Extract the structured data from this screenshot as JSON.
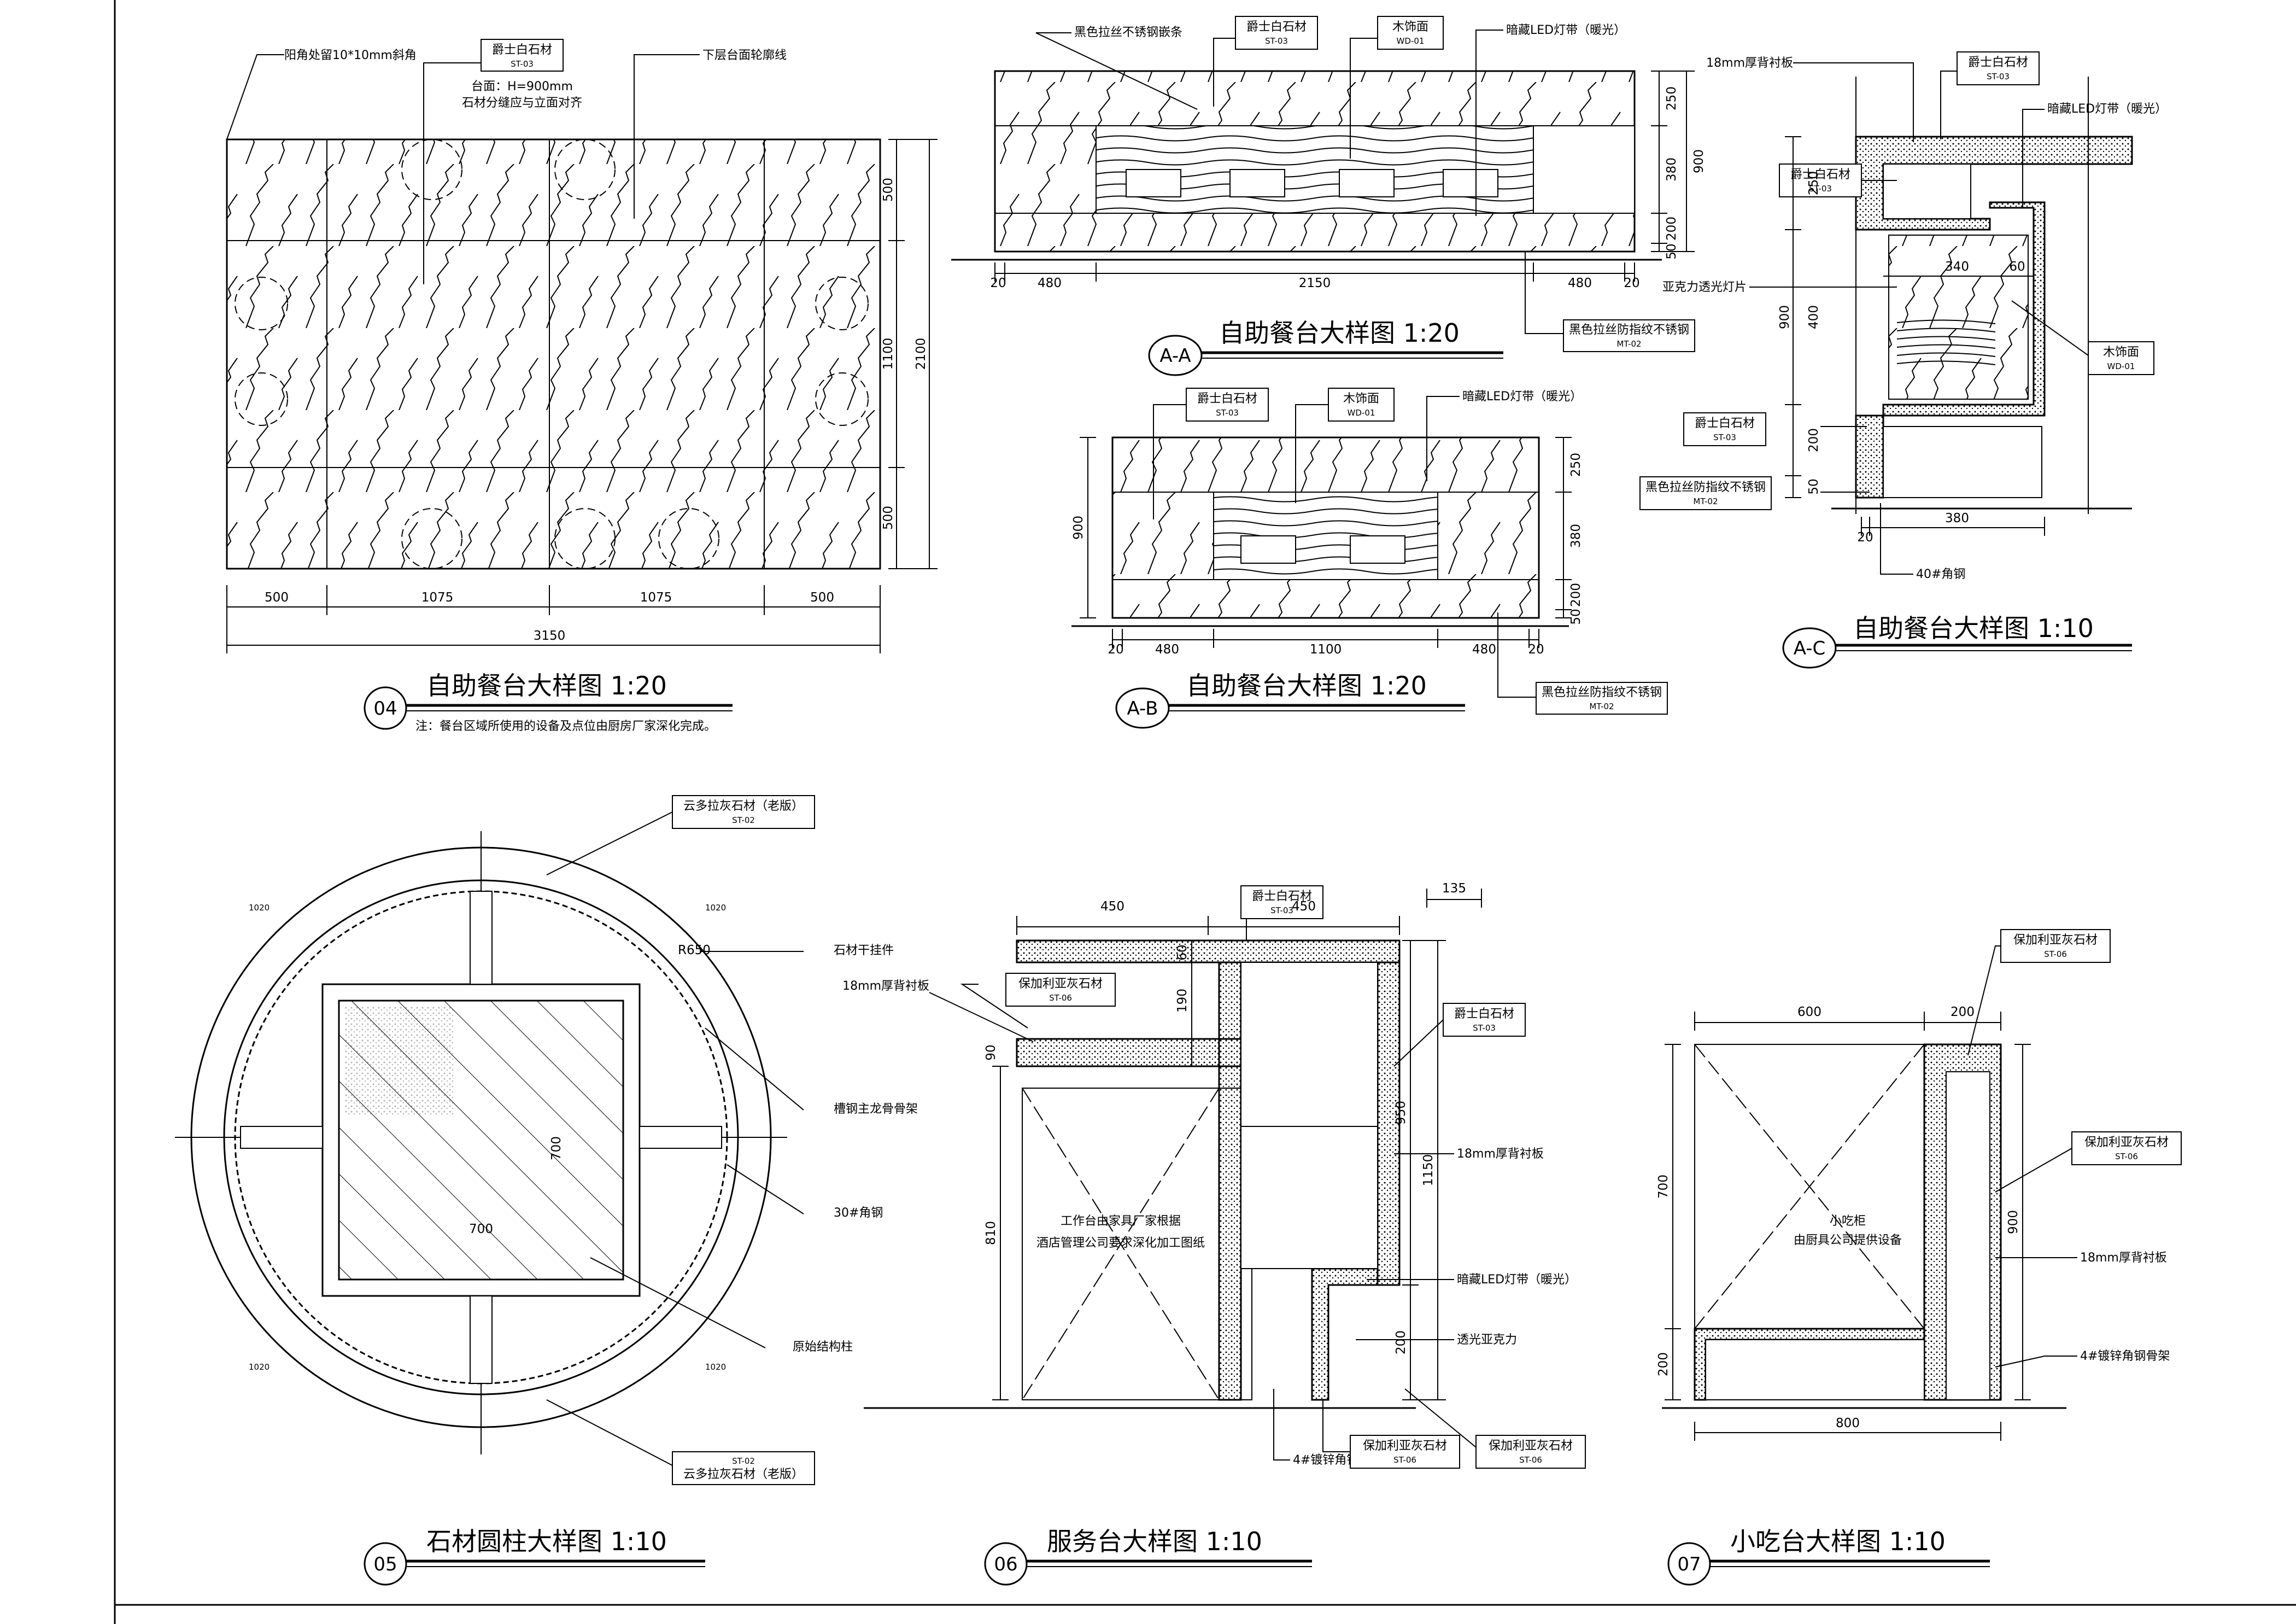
{
  "sheet": {
    "note": "注：餐台区域所使用的设备及点位由厨房厂家深化完成。"
  },
  "v04": {
    "num": "04",
    "title": "自助餐台大样图 1:20",
    "label_chamfer": "阳角处留10*10mm斜角",
    "label_stone": "爵士白石材",
    "code_stone": "ST-03",
    "label_top": "台面：H=900mm",
    "label_joint": "石材分缝应与立面对齐",
    "label_outline": "下层台面轮廓线",
    "dims_h": [
      "500",
      "1075",
      "1075",
      "500"
    ],
    "dim_total": "3150",
    "dims_v": [
      "500",
      "1100",
      "500"
    ],
    "dim_v_total": "2100"
  },
  "vAA": {
    "num": "A-A",
    "title": "自助餐台大样图 1:20",
    "label_steel": "黑色拉丝不锈钢嵌条",
    "label_stone": "爵士白石材",
    "code_stone": "ST-03",
    "label_wood": "木饰面",
    "code_wood": "WD-01",
    "label_led": "暗藏LED灯带（暖光）",
    "label_base": "黑色拉丝防指纹不锈钢",
    "code_base": "MT-02",
    "dims_h": [
      "20",
      "480",
      "2150",
      "480",
      "20"
    ],
    "dims_v": [
      "250",
      "380",
      "200",
      "50"
    ],
    "dim_v_total": "900"
  },
  "vAB": {
    "num": "A-B",
    "title": "自助餐台大样图 1:20",
    "label_stone": "爵士白石材",
    "code_stone": "ST-03",
    "label_wood": "木饰面",
    "code_wood": "WD-01",
    "label_led": "暗藏LED灯带（暖光）",
    "label_base": "黑色拉丝防指纹不锈钢",
    "code_base": "MT-02",
    "dims_h": [
      "20",
      "480",
      "1100",
      "480",
      "20"
    ],
    "dims_v": [
      "250",
      "380",
      "200",
      "50"
    ],
    "dim_v_total": "900"
  },
  "vAC": {
    "num": "A-C",
    "title": "自助餐台大样图 1:10",
    "label_board": "18mm厚背衬板",
    "label_stone_top": "爵士白石材",
    "code_stone_top": "ST-03",
    "label_led": "暗藏LED灯带（暖光）",
    "label_stone": "爵士白石材",
    "code_stone": "ST-03",
    "label_acrylic": "亚克力透光灯片",
    "label_wood": "木饰面",
    "code_wood": "WD-01",
    "label_stone2": "爵士白石材",
    "code_stone2": "ST-03",
    "label_base": "黑色拉丝防指纹不锈钢",
    "code_base": "MT-02",
    "label_angle": "40#角钢",
    "dim_340": "340",
    "dim_60": "60",
    "dim_20": "20",
    "dim_380": "380",
    "dims_v": [
      "250",
      "400",
      "200",
      "50"
    ],
    "dim_v_total": "900"
  },
  "v05": {
    "num": "05",
    "title": "石材圆柱大样图 1:10",
    "label_top": "云多拉灰石材（老版）",
    "code_top": "ST-02",
    "label_hang": "石材干挂件",
    "label_frame": "槽钢主龙骨骨架",
    "label_angle": "30#角钢",
    "label_column": "原始结构柱",
    "label_bottom": "云多拉灰石材（老版）",
    "code_bottom": "ST-02",
    "dim_radius": "R650",
    "dim_700_v": "700",
    "dim_700_h": "700",
    "arc": [
      "1020",
      "1020",
      "1020",
      "1020"
    ]
  },
  "v06": {
    "num": "06",
    "title": "服务台大样图 1:10",
    "label_stone": "爵士白石材",
    "code_stone": "ST-03",
    "label_board": "18mm厚背衬板",
    "label_bulgaria": "保加利亚灰石材",
    "code_bulgaria": "ST-06",
    "label_stone_r": "爵士白石材",
    "code_stone_r": "ST-03",
    "label_board_r": "18mm厚背衬板",
    "label_work1": "工作台由家具厂家根据",
    "label_work2": "酒店管理公司要求深化加工图纸",
    "label_led": "暗藏LED灯带（暖光）",
    "label_acrylic": "透光亚克力",
    "label_frame": "4#镀锌角钢骨架",
    "label_b1": "保加利亚灰石材",
    "code_b1": "ST-06",
    "label_b2": "保加利亚灰石材",
    "code_b2": "ST-06",
    "dims_top": [
      "450",
      "450",
      "135"
    ],
    "dims_v": [
      "60",
      "190",
      "90"
    ],
    "dim_810": "810",
    "dim_950": "950",
    "dim_1150": "1150",
    "dim_200": "200"
  },
  "v07": {
    "num": "07",
    "title": "小吃台大样图 1:10",
    "label_top": "保加利亚灰石材",
    "code_top": "ST-06",
    "label_r": "保加利亚灰石材",
    "code_r": "ST-06",
    "label_board": "18mm厚背衬板",
    "label_frame": "4#镀锌角钢骨架",
    "label_center1": "小吃柜",
    "label_center2": "由厨具公司提供设备",
    "dim_600": "600",
    "dim_200": "200",
    "dim_700": "700",
    "dim_900": "900",
    "dim_200_v": "200",
    "dim_800": "800"
  }
}
